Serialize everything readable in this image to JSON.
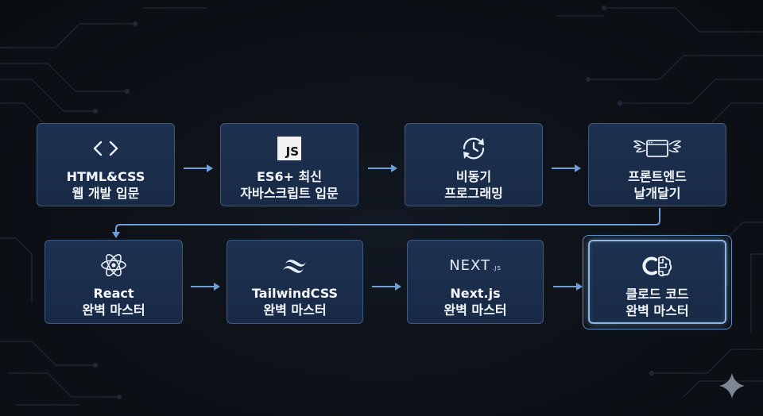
{
  "nodes": [
    {
      "id": "html-css",
      "line1": "HTML&CSS",
      "line2": "웹 개발 입문",
      "icon": "code-brackets-icon"
    },
    {
      "id": "es6",
      "line1": "ES6+ 최신",
      "line2": "자바스크립트 입문",
      "icon": "js-logo-icon",
      "icon_text": "JS"
    },
    {
      "id": "async",
      "line1": "비동기",
      "line2": "프로그래밍",
      "icon": "refresh-clock-icon"
    },
    {
      "id": "frontend",
      "line1": "프론트엔드",
      "line2": "날개달기",
      "icon": "winged-window-icon"
    },
    {
      "id": "react",
      "line1": "React",
      "line2": "완벽 마스터",
      "icon": "react-atom-icon"
    },
    {
      "id": "tailwind",
      "line1": "TailwindCSS",
      "line2": "완벽 마스터",
      "icon": "tailwind-wave-icon"
    },
    {
      "id": "nextjs",
      "line1": "Next.js",
      "line2": "완벽 마스터",
      "icon": "nextjs-logo-icon",
      "icon_text": "NEXT",
      "icon_subtext": ".JS"
    },
    {
      "id": "claude-code",
      "line1": "클로드 코드",
      "line2": "완벽 마스터",
      "icon": "brain-c-icon",
      "highlighted": true
    }
  ],
  "colors": {
    "background": "#0d1117",
    "node_fill": "#1b2e4b",
    "node_border": "#3d5a80",
    "arrow": "#6f9fd8",
    "highlight": "#8fb5e0"
  }
}
